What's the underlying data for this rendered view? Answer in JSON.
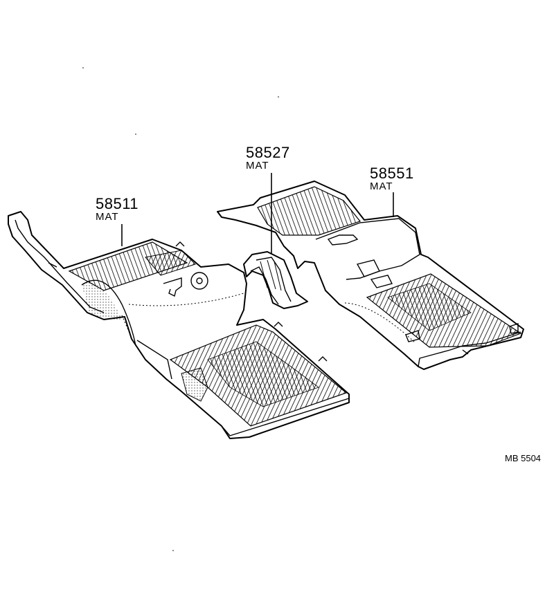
{
  "callouts": [
    {
      "id": "front-mat",
      "part_number": "58511",
      "name": "MAT"
    },
    {
      "id": "center-mat",
      "part_number": "58527",
      "name": "MAT"
    },
    {
      "id": "rear-mat",
      "part_number": "58551",
      "name": "MAT"
    }
  ],
  "reference_code": "MB 5504"
}
